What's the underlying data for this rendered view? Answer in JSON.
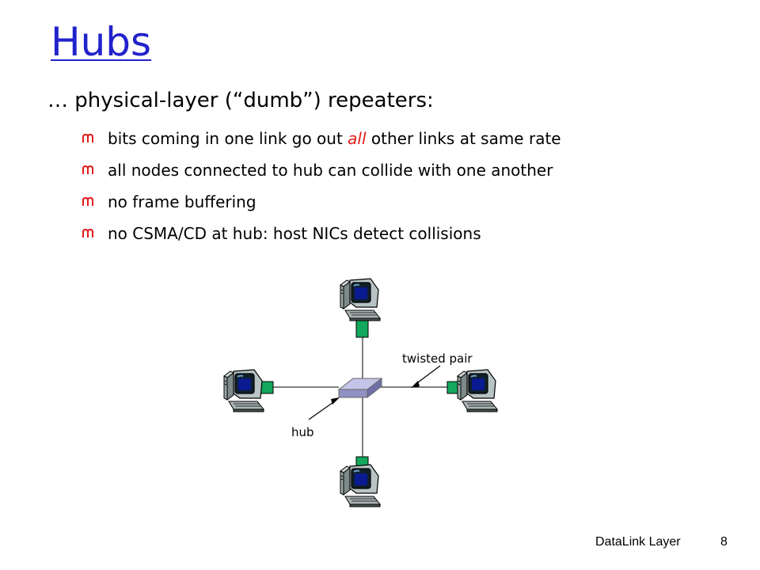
{
  "slide": {
    "title": "Hubs",
    "intro": "… physical-layer (“dumb”) repeaters:",
    "bullets": [
      {
        "pre": "bits coming in one link go out ",
        "emphasis": "all",
        "post": " other links at same rate"
      },
      {
        "text": "all nodes connected to hub can collide with one another"
      },
      {
        "text": "no frame buffering"
      },
      {
        "text": "no CSMA/CD at hub: host NICs detect collisions"
      }
    ],
    "bullet_icon": "m-bullet-icon",
    "accent_color": "#e21b1b",
    "title_color": "#2222cc"
  },
  "diagram": {
    "labels": {
      "twisted_pair": "twisted pair",
      "hub": "hub"
    },
    "hosts": [
      "computer-icon",
      "computer-icon",
      "computer-icon",
      "computer-icon"
    ],
    "hub_icon": "hub-icon",
    "nic_color": "#13a85c"
  },
  "footer": {
    "label": "DataLink Layer",
    "page": "8"
  }
}
